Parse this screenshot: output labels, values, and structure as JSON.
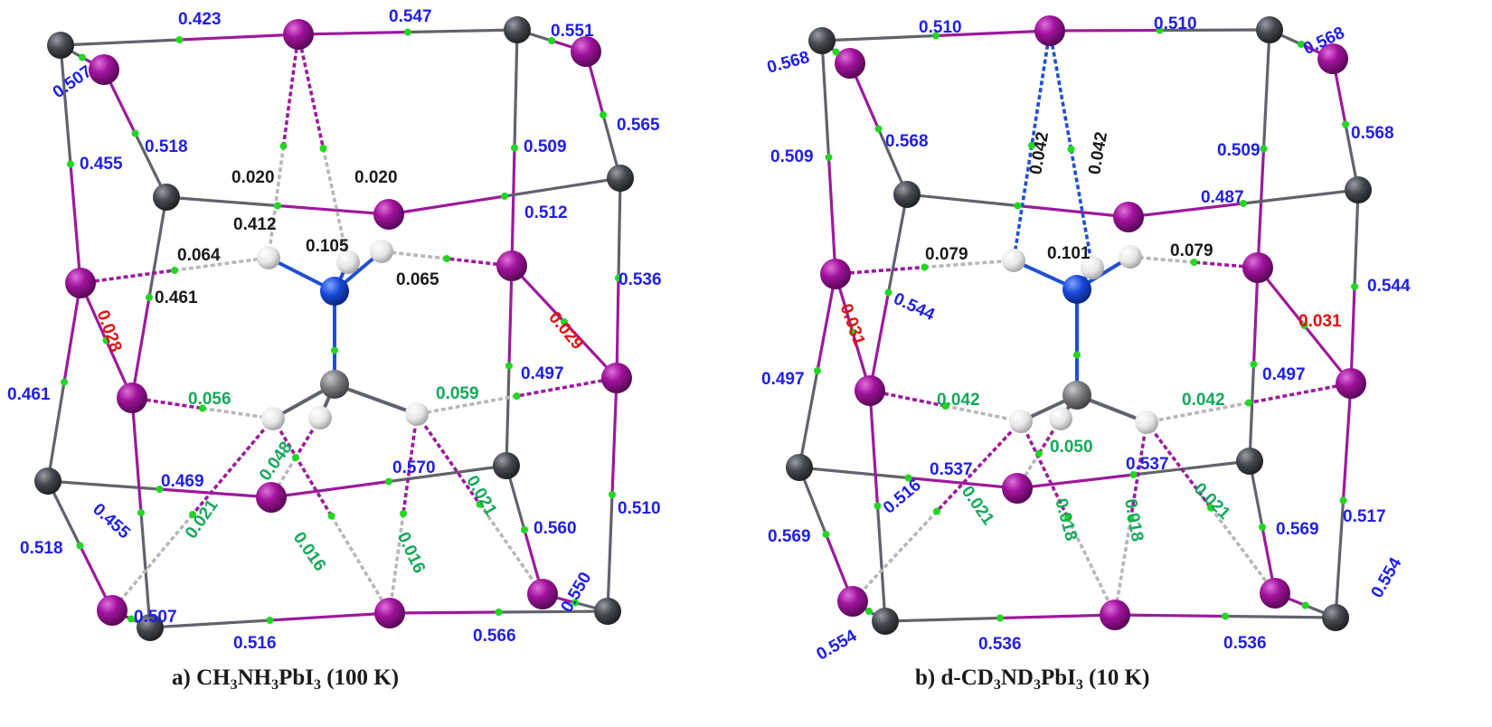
{
  "colors": {
    "blue_label": "#1f1fe6",
    "black_label": "#1a1a1a",
    "green_label": "#14a85a",
    "red_label": "#e01010",
    "iodine": "#a0139b",
    "lead": "#45474f",
    "nitrogen": "#1848d8",
    "carbon": "#7a7c80",
    "hydrogen": "#e8e8e8",
    "bond_iodine": "#9c1a9c",
    "bond_grey": "#60646a",
    "bond_blue": "#1f4fd0",
    "critical_point": "#22d622"
  },
  "panels": [
    {
      "id": "a",
      "caption_prefix": "a) CH",
      "caption_sub1": "3",
      "caption_mid": "NH",
      "caption_sub2": "3",
      "caption_mid2": "PbI",
      "caption_sub3": "3",
      "caption_suffix": " (100 K)",
      "labels": {
        "blue": [
          "0.423",
          "0.547",
          "0.551",
          "0.507",
          "0.518",
          "0.455",
          "0.509",
          "0.565",
          "0.512",
          "0.536",
          "0.461",
          "0.497",
          "0.469",
          "0.570",
          "0.455",
          "0.560",
          "0.510",
          "0.518",
          "0.507",
          "0.516",
          "0.566",
          "0.550"
        ],
        "black": [
          "0.020",
          "0.020",
          "0.412",
          "0.105",
          "0.064",
          "0.065",
          "0.461"
        ],
        "green": [
          "0.056",
          "0.059",
          "0.048",
          "0.021",
          "0.016",
          "0.016",
          "0.021"
        ],
        "red": [
          "0.028",
          "0.029"
        ]
      }
    },
    {
      "id": "b",
      "caption_prefix": "b) d-CD",
      "caption_sub1": "3",
      "caption_mid": "ND",
      "caption_sub2": "3",
      "caption_mid2": "PbI",
      "caption_sub3": "3",
      "caption_suffix": " (10 K)",
      "labels": {
        "blue": [
          "0.510",
          "0.510",
          "0.568",
          "0.568",
          "0.568",
          "0.509",
          "0.509",
          "0.568",
          "0.487",
          "0.544",
          "0.544",
          "0.497",
          "0.497",
          "0.537",
          "0.537",
          "0.516",
          "0.569",
          "0.569",
          "0.517",
          "0.554",
          "0.536",
          "0.536",
          "0.554"
        ],
        "black": [
          "0.042",
          "0.042",
          "0.079",
          "0.101",
          "0.079"
        ],
        "green": [
          "0.042",
          "0.042",
          "0.050",
          "0.021",
          "0.018",
          "0.018",
          "0.021"
        ],
        "red": [
          "0.031",
          "0.031"
        ]
      }
    }
  ]
}
